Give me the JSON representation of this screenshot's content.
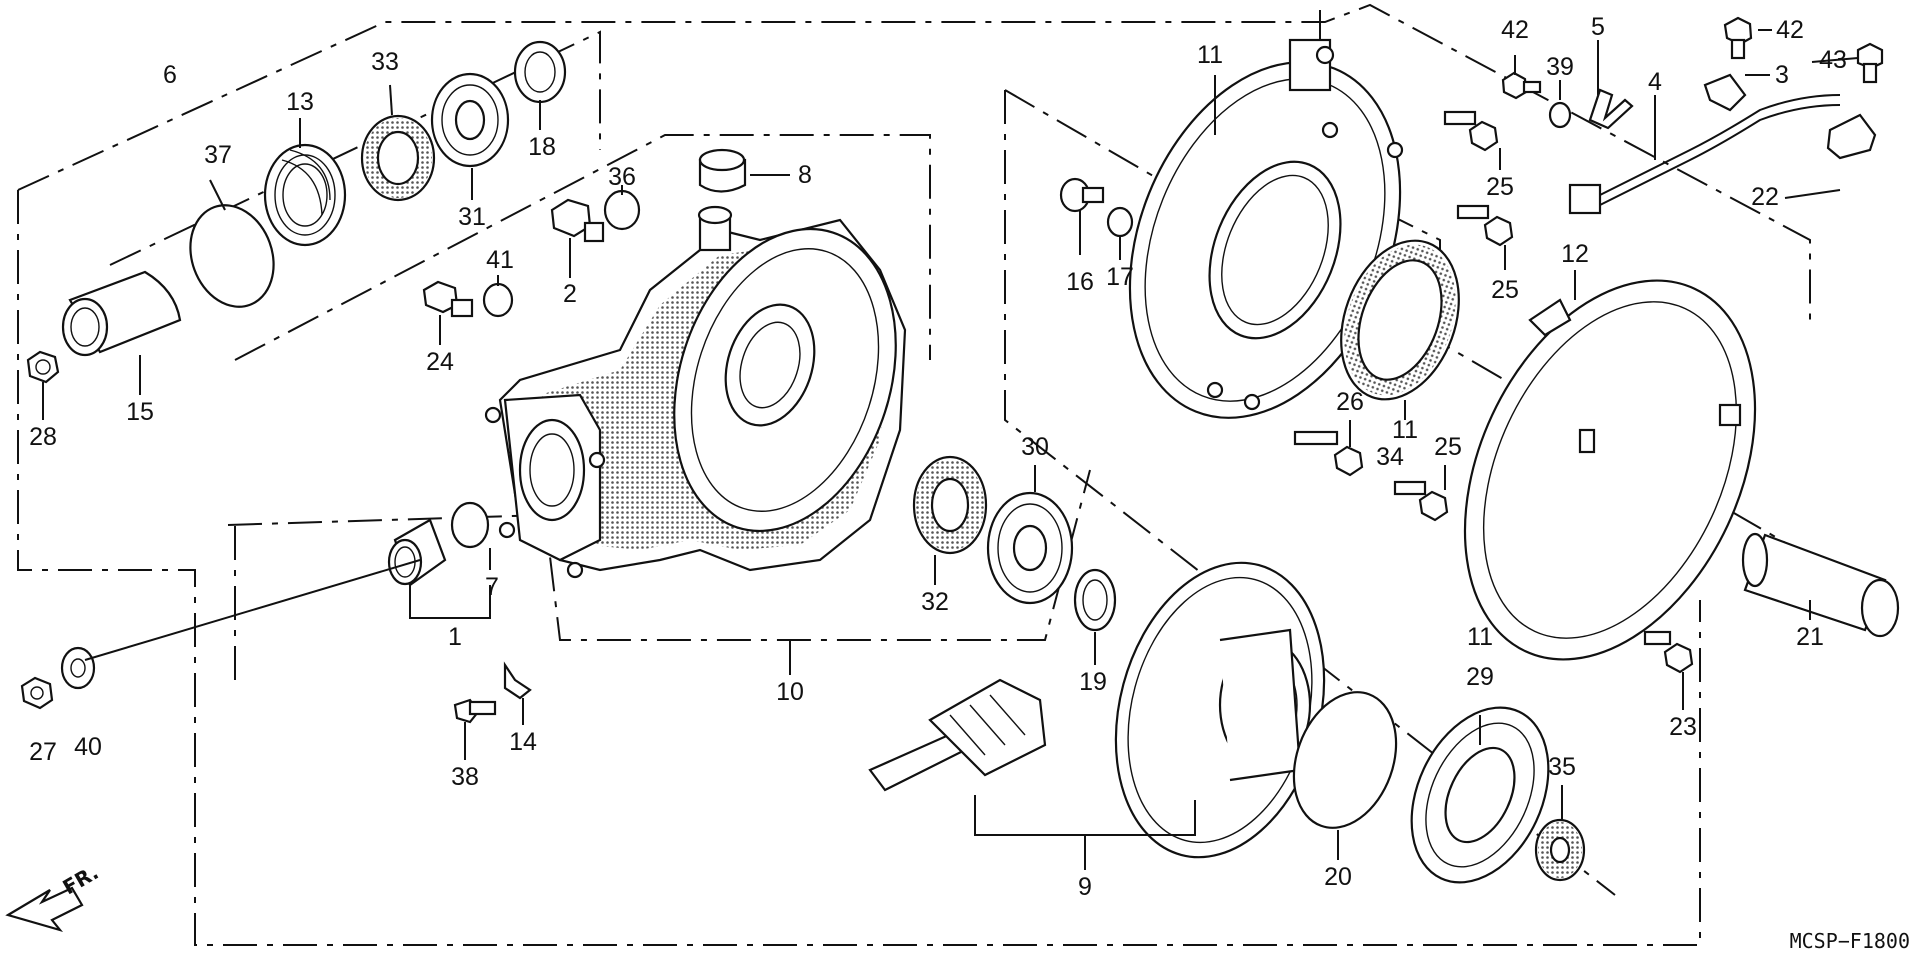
{
  "diagram": {
    "code": "MCSP−F1800",
    "direction_label": "FR.",
    "callouts": {
      "c1": "1",
      "c2": "2",
      "c3": "3",
      "c4": "4",
      "c5": "5",
      "c6": "6",
      "c7": "7",
      "c8": "8",
      "c9": "9",
      "c10": "10",
      "c11a": "11",
      "c11b": "11",
      "c11c": "11",
      "c12": "12",
      "c13": "13",
      "c14": "14",
      "c15": "15",
      "c16": "16",
      "c17": "17",
      "c18": "18",
      "c19": "19",
      "c20": "20",
      "c21": "21",
      "c22": "22",
      "c23": "23",
      "c24": "24",
      "c25a": "25",
      "c25b": "25",
      "c25c": "25",
      "c26": "26",
      "c27": "27",
      "c28": "28",
      "c29": "29",
      "c30": "30",
      "c31": "31",
      "c32": "32",
      "c33": "33",
      "c34": "34",
      "c35": "35",
      "c36": "36",
      "c37": "37",
      "c38": "38",
      "c39": "39",
      "c40": "40",
      "c41": "41",
      "c42a": "42",
      "c42b": "42",
      "c43": "43"
    }
  }
}
